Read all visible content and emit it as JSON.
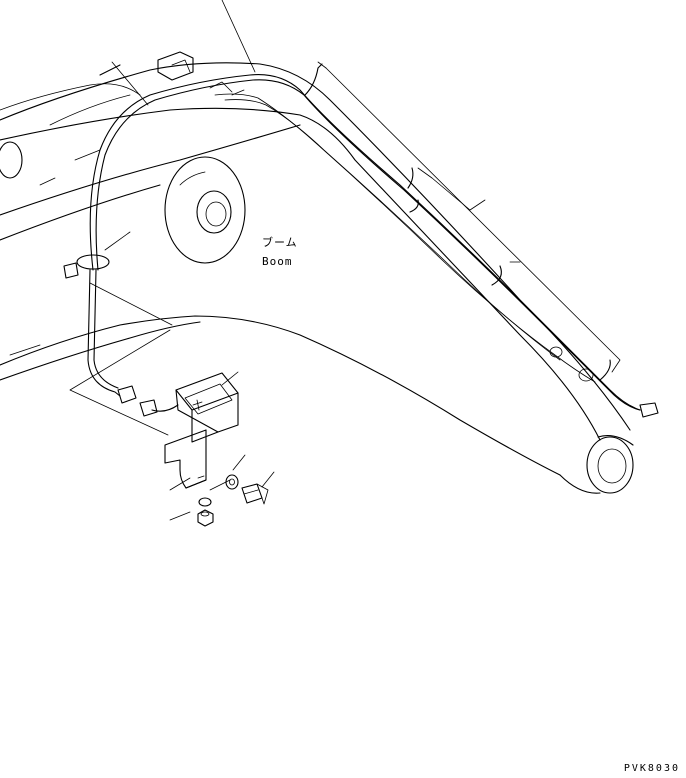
{
  "labels": {
    "part_jp": "ブーム",
    "part_en": "Boom"
  },
  "drawing_code": "PVK8030"
}
